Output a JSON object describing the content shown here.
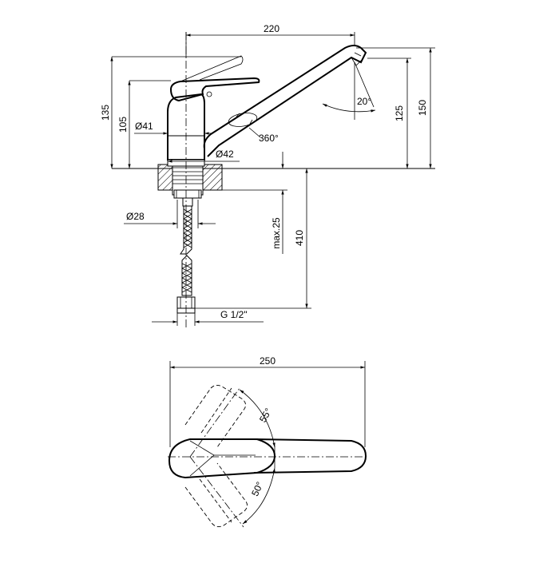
{
  "dimensions": {
    "spout_reach": "220",
    "height_handle": "135",
    "height_body": "105",
    "body_diameter": "Ø41",
    "base_diameter": "Ø42",
    "swivel_angle": "360°",
    "spout_tilt": "20°",
    "spout_height": "125",
    "total_height": "150",
    "shank_diameter": "Ø28",
    "max_deck_thickness": "max.25",
    "hose_length": "410",
    "connection_thread": "G 1/2\"",
    "top_width": "250",
    "handle_angle_a": "55°",
    "handle_angle_b": "50°"
  },
  "colors": {
    "line": "#000000",
    "background": "#ffffff",
    "hatch": "#000000"
  }
}
